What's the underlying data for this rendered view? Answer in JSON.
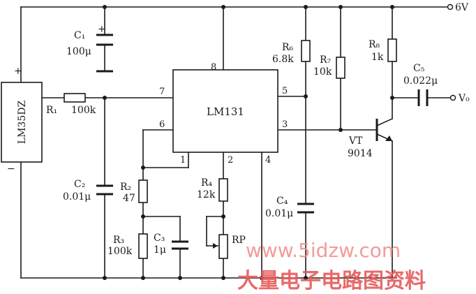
{
  "supply": {
    "label": "6V"
  },
  "output": {
    "label": "V₀"
  },
  "sensor": {
    "label": "LM35DZ",
    "plus": "+",
    "minus": "−"
  },
  "ic": {
    "label": "LM131",
    "pins": {
      "p1": "1",
      "p2": "2",
      "p3": "3",
      "p4": "4",
      "p5": "5",
      "p6": "6",
      "p7": "7",
      "p8": "8"
    }
  },
  "components": {
    "r1": {
      "name": "R₁",
      "value": "100k"
    },
    "r2": {
      "name": "R₂",
      "value": "47"
    },
    "r3": {
      "name": "R₃",
      "value": "100k"
    },
    "r4": {
      "name": "R₄",
      "value": "12k"
    },
    "r6": {
      "name": "R₆",
      "value": "6.8k"
    },
    "r7": {
      "name": "R₇",
      "value": "10k"
    },
    "r8": {
      "name": "R₈",
      "value": "1k"
    },
    "rp": {
      "name": "RP"
    },
    "c1": {
      "name": "C₁",
      "value": "100μ",
      "polarity": "+"
    },
    "c2": {
      "name": "C₂",
      "value": "0.01μ"
    },
    "c3": {
      "name": "C₃",
      "value": "1μ"
    },
    "c4": {
      "name": "C₄",
      "value": "0.01μ"
    },
    "c5": {
      "name": "C₅",
      "value": "0.022μ"
    },
    "vt": {
      "name": "VT",
      "value": "9014"
    }
  },
  "watermark": {
    "url": "www.5idzw.com",
    "text": "大量电子电路图资料"
  }
}
